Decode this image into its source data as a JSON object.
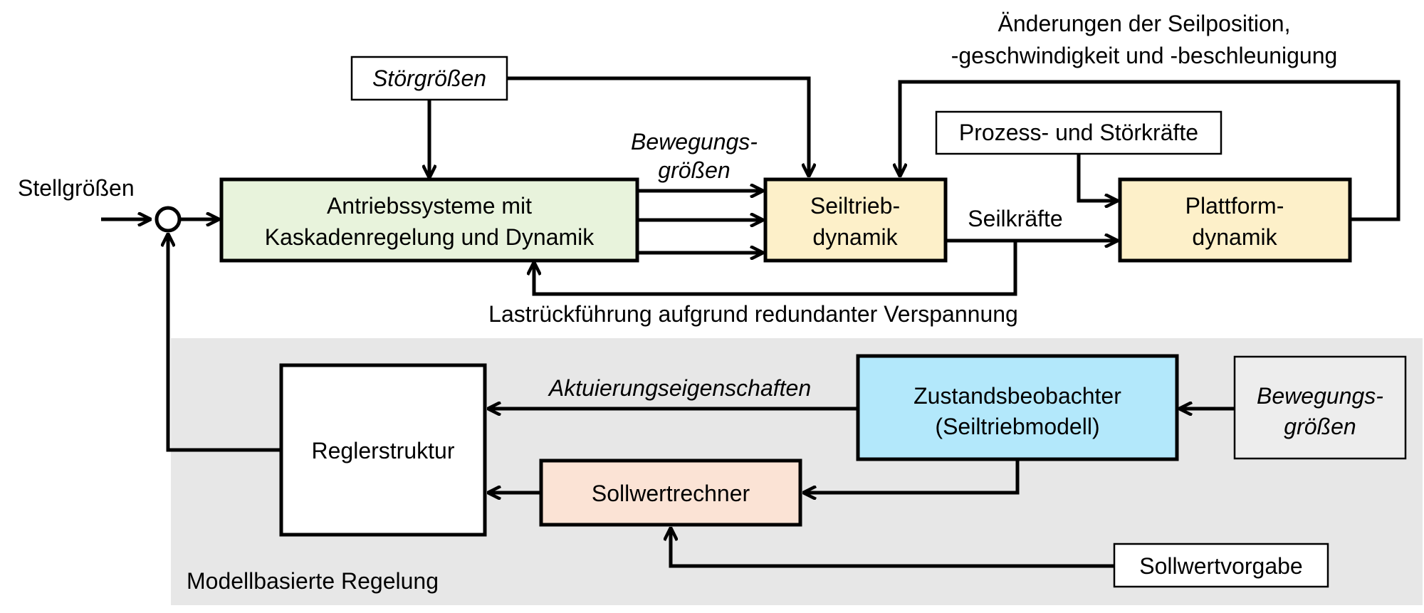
{
  "colors": {
    "green_box": "#e8f3dc",
    "yellow_box": "#fdf0c9",
    "blue_box": "#b3e8fb",
    "peach_box": "#fbe3d5",
    "gray_region": "#e7e7e7",
    "gray_box": "#ededed"
  },
  "labels": {
    "stellgroessen": "Stellgrößen",
    "stoergroessen": "Störgrößen",
    "antrieb_line1": "Antriebssysteme mit",
    "antrieb_line2": "Kaskadenregelung und Dynamik",
    "bewegungs_top_line1": "Bewegungs-",
    "bewegungs_top_line2": "größen",
    "seiltrieb_line1": "Seiltrieb-",
    "seiltrieb_line2": "dynamik",
    "seilkraefte": "Seilkräfte",
    "plattform_line1": "Plattform-",
    "plattform_line2": "dynamik",
    "prozess": "Prozess- und Störkräfte",
    "aenderungen_line1": "Änderungen der Seilposition,",
    "aenderungen_line2": "-geschwindigkeit und -beschleunigung",
    "lastrueck": "Lastrückführung aufgrund redundanter Verspannung",
    "aktuierung": "Aktuierungseigenschaften",
    "zustand_line1": "Zustandsbeobachter",
    "zustand_line2": "(Seiltriebmodell)",
    "bewegungs_right_line1": "Bewegungs-",
    "bewegungs_right_line2": "größen",
    "regler": "Reglerstruktur",
    "sollwertrechner": "Sollwertrechner",
    "sollwertvorgabe": "Sollwertvorgabe",
    "modellbasiert": "Modellbasierte Regelung"
  }
}
